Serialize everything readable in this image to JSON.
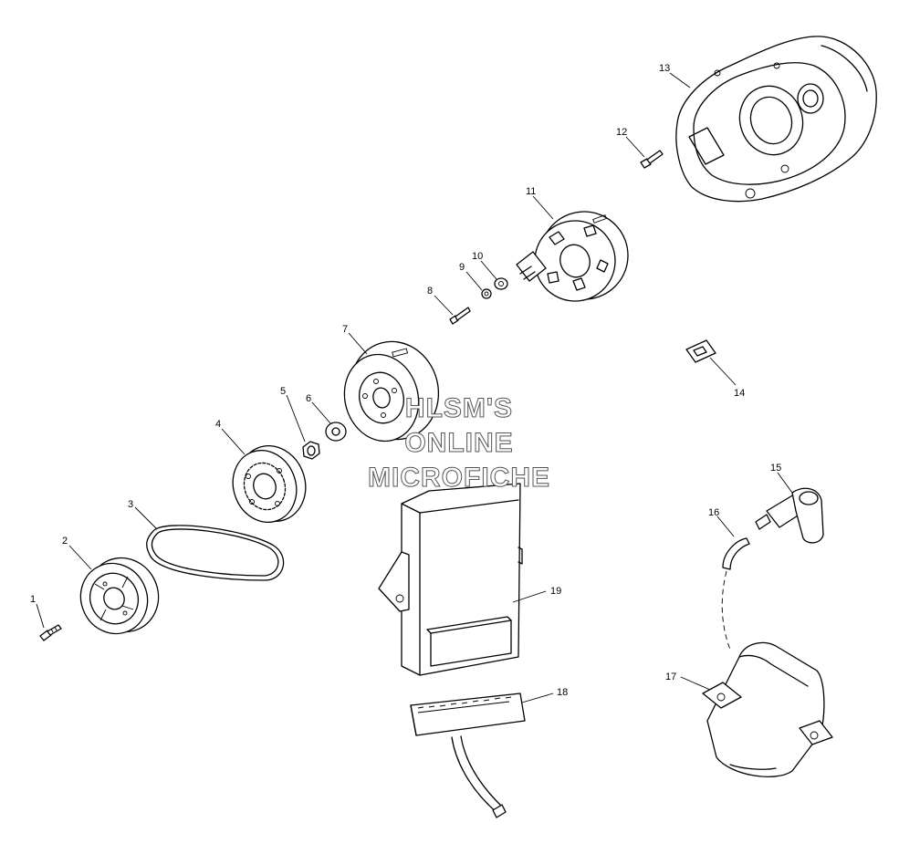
{
  "watermark": {
    "line1": "HLSM'S",
    "line2": "ONLINE",
    "line3": "MICROFICHE"
  },
  "callouts": [
    "1",
    "2",
    "3",
    "4",
    "5",
    "6",
    "7",
    "8",
    "9",
    "10",
    "11",
    "12",
    "13",
    "14",
    "15",
    "16",
    "17",
    "18",
    "19"
  ]
}
